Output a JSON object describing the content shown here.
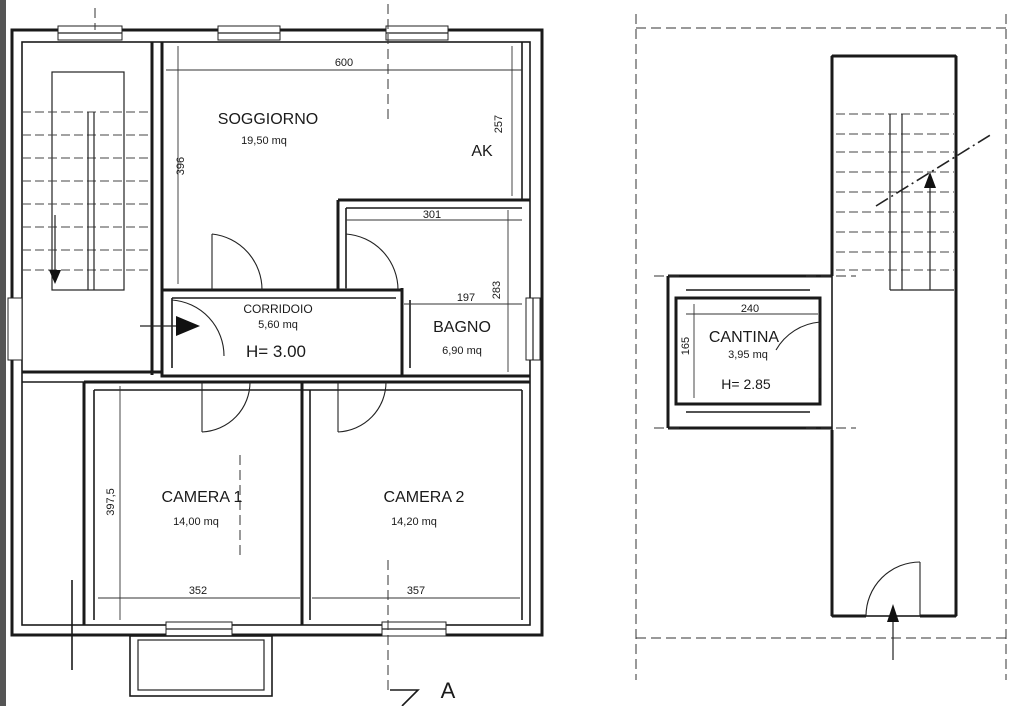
{
  "rooms": {
    "soggiorno": {
      "name": "SOGGIORNO",
      "area": "19,50 mq"
    },
    "corridoio": {
      "name": "CORRIDOIO",
      "area": "5,60 mq",
      "height": "H= 3.00"
    },
    "bagno": {
      "name": "BAGNO",
      "area": "6,90 mq"
    },
    "camera1": {
      "name": "CAMERA 1",
      "area": "14,00 mq"
    },
    "camera2": {
      "name": "CAMERA 2",
      "area": "14,20 mq"
    },
    "cantina": {
      "name": "CANTINA",
      "area": "3,95 mq",
      "height": "H= 2.85"
    }
  },
  "dimensions": {
    "soggiorno_width": "600",
    "soggiorno_height": "396",
    "soggiorno_right": "257",
    "bagno_width": "301",
    "bagno_height": "283",
    "bagno_inner": "197",
    "camera1_width": "352",
    "camera1_height": "397,5",
    "camera2_width": "357",
    "cantina_width": "240",
    "cantina_height": "165"
  },
  "labels": {
    "ak": "AK",
    "section": "A"
  }
}
